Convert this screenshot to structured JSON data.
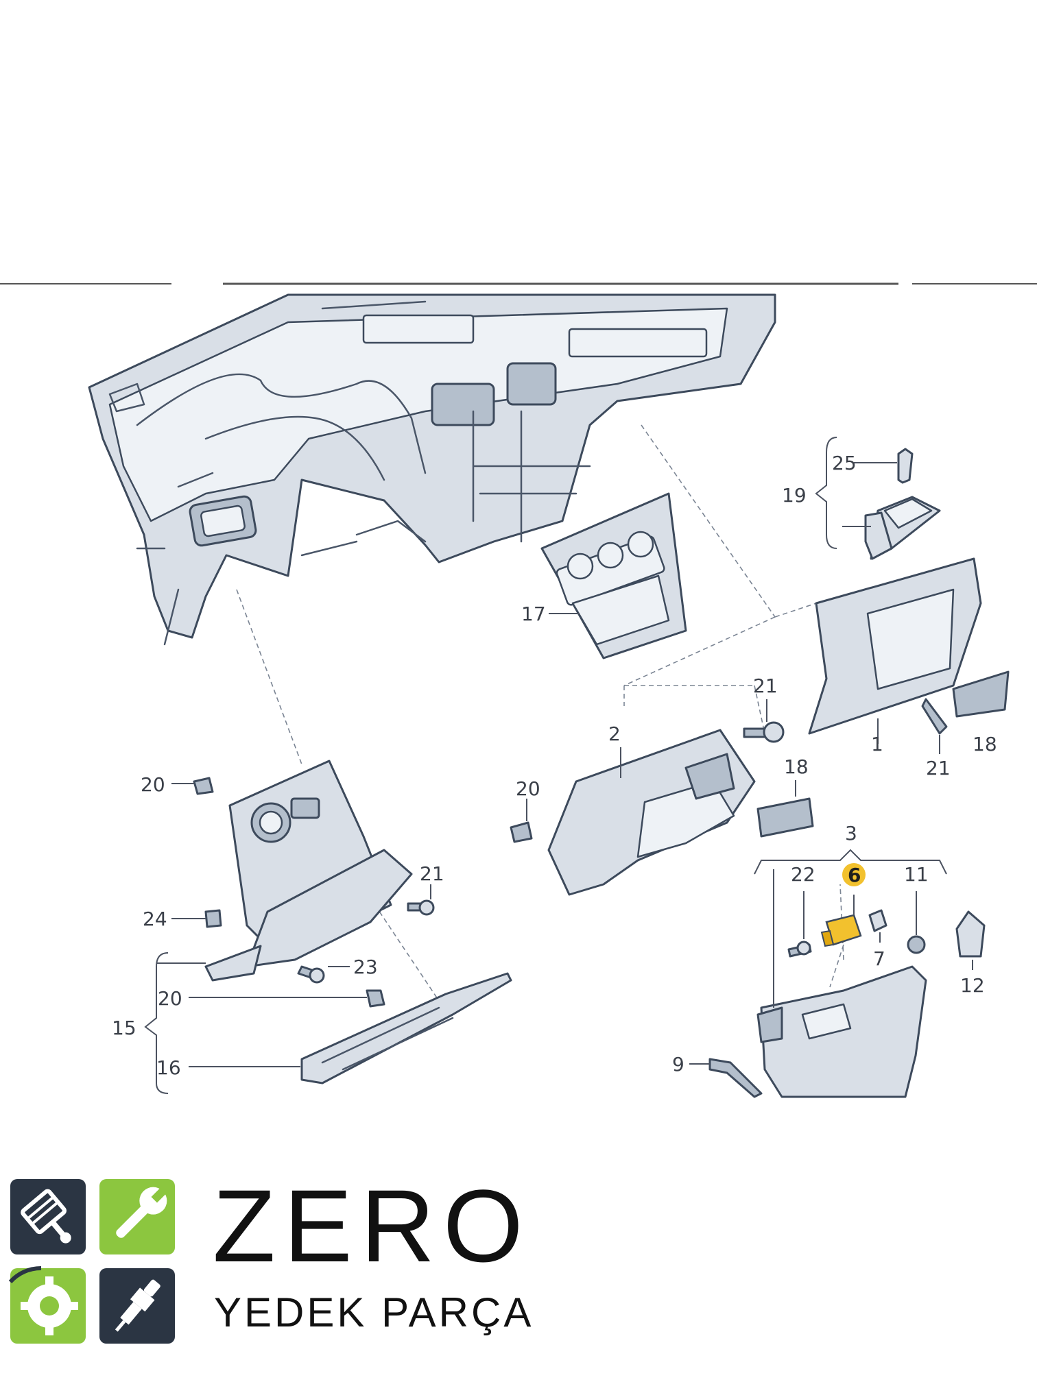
{
  "labels": {
    "n17": "17",
    "n25": "25",
    "n19": "19",
    "n21a": "21",
    "n2": "2",
    "n1": "1",
    "n21b": "21",
    "n18a": "18",
    "n18b": "18",
    "n20a": "20",
    "n20b": "20",
    "n21c": "21",
    "n3": "3",
    "n22": "22",
    "n6": "6",
    "n11": "11",
    "n7": "7",
    "n12": "12",
    "n24": "24",
    "n23": "23",
    "n20c": "20",
    "n15": "15",
    "n16": "16",
    "n9": "9"
  },
  "highlight": {
    "part": "6",
    "color": "#f2c12e"
  },
  "logo": {
    "title": "ZERO",
    "subtitle": "YEDEK PARÇA",
    "colors": {
      "dark": "#2b3543",
      "green": "#8cc63f"
    },
    "icons": [
      "piston-icon",
      "wrench-icon",
      "gear-icon",
      "spark-plug-icon"
    ]
  }
}
